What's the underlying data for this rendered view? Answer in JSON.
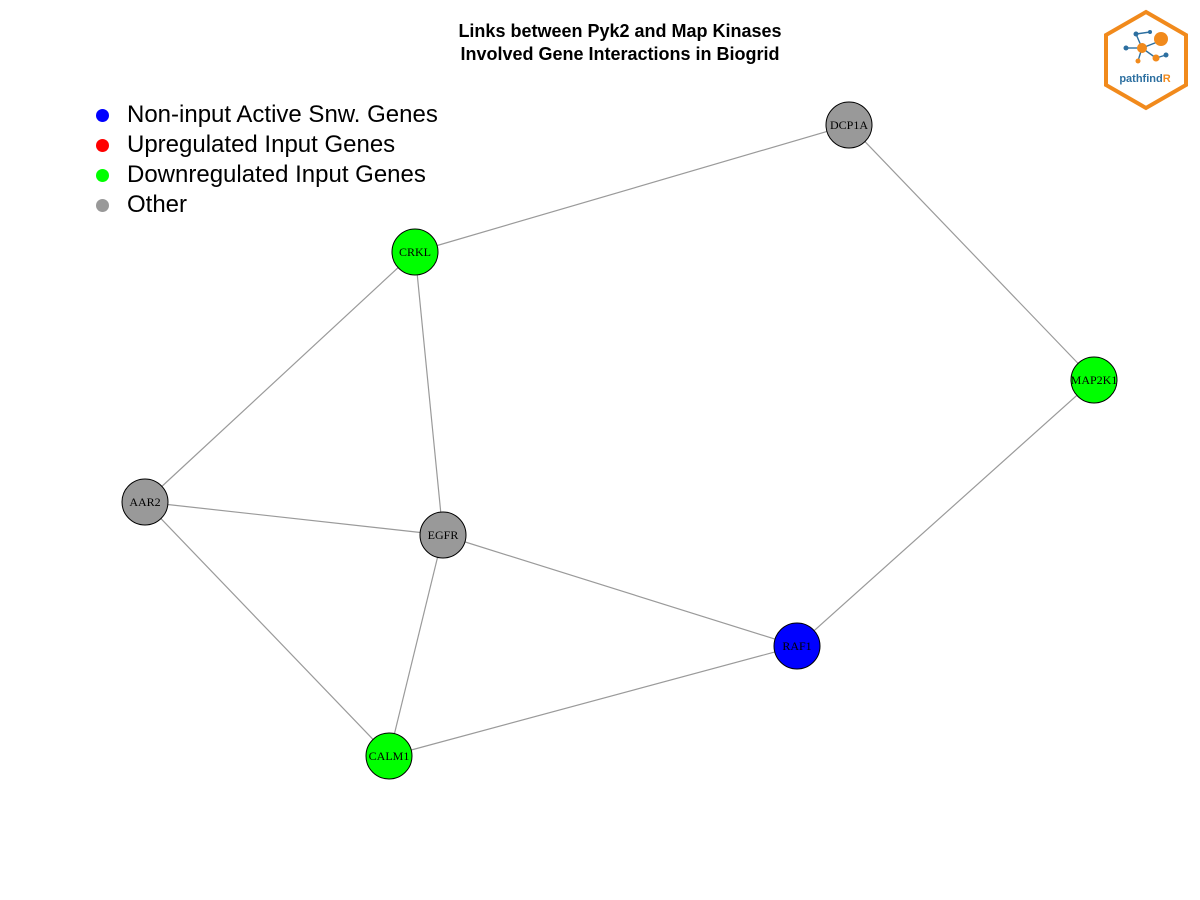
{
  "title": {
    "line1": "Links between Pyk2 and Map Kinases",
    "line2": "Involved Gene Interactions in Biogrid"
  },
  "logo": {
    "text": "pathfindR",
    "brand_color": "#F18A1C",
    "text_color": "#2C6FA0"
  },
  "legend": [
    {
      "label": "Non-input Active Snw. Genes",
      "color": "#0000FF"
    },
    {
      "label": "Upregulated Input Genes",
      "color": "#FF0000"
    },
    {
      "label": "Downregulated Input Genes",
      "color": "#00FF00"
    },
    {
      "label": "Other",
      "color": "#999999"
    }
  ],
  "nodes": [
    {
      "id": "DCP1A",
      "category": "Other"
    },
    {
      "id": "CRKL",
      "category": "Downregulated Input Genes"
    },
    {
      "id": "MAP2K1",
      "category": "Downregulated Input Genes"
    },
    {
      "id": "AAR2",
      "category": "Other"
    },
    {
      "id": "EGFR",
      "category": "Other"
    },
    {
      "id": "RAF1",
      "category": "Non-input Active Snw. Genes"
    },
    {
      "id": "CALM1",
      "category": "Downregulated Input Genes"
    }
  ],
  "edges": [
    [
      "DCP1A",
      "CRKL"
    ],
    [
      "DCP1A",
      "MAP2K1"
    ],
    [
      "CRKL",
      "AAR2"
    ],
    [
      "CRKL",
      "EGFR"
    ],
    [
      "MAP2K1",
      "RAF1"
    ],
    [
      "AAR2",
      "EGFR"
    ],
    [
      "AAR2",
      "CALM1"
    ],
    [
      "EGFR",
      "RAF1"
    ],
    [
      "EGFR",
      "CALM1"
    ],
    [
      "RAF1",
      "CALM1"
    ]
  ]
}
